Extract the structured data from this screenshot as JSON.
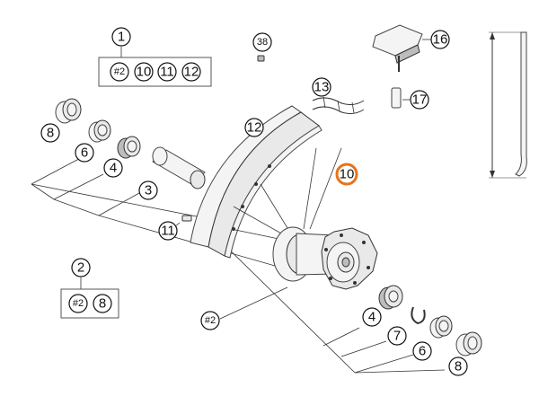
{
  "colors": {
    "highlight": "#e8731c",
    "line": "#333333"
  },
  "callouts": {
    "c1": "1",
    "c2": "2",
    "c3": "3",
    "c4a": "4",
    "c4b": "4",
    "c6a": "6",
    "c6b": "6",
    "c7": "7",
    "c8a": "8",
    "c8b": "8",
    "c8c": "8",
    "c10": "10",
    "c11": "11",
    "c12": "12",
    "c13": "13",
    "c16": "16",
    "c17": "17",
    "c38": "38",
    "hub2": "#2"
  },
  "box1": {
    "items": [
      "#2",
      "10",
      "11",
      "12"
    ]
  },
  "box2": {
    "items": [
      "#2",
      "8"
    ]
  }
}
